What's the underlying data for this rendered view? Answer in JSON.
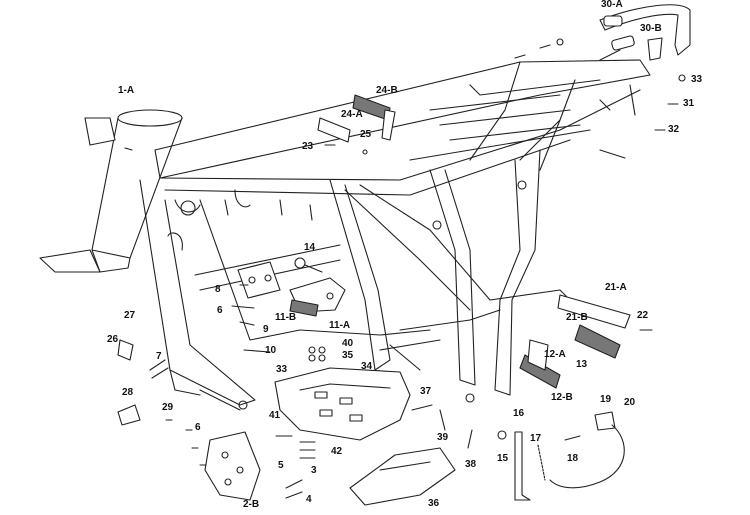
{
  "diagram": {
    "callouts": [
      "1-A",
      "2-B",
      "3",
      "4",
      "5",
      "6",
      "6",
      "7",
      "8",
      "9",
      "10",
      "11-A",
      "11-B",
      "12-A",
      "12-B",
      "13",
      "14",
      "15",
      "16",
      "17",
      "18",
      "19",
      "20",
      "21-A",
      "21-B",
      "22",
      "23",
      "24-A",
      "24-B",
      "25",
      "26",
      "27",
      "28",
      "29",
      "30-A",
      "30-B",
      "31",
      "32",
      "33",
      "33",
      "34",
      "35",
      "36",
      "37",
      "38",
      "39",
      "40",
      "41",
      "42"
    ],
    "colors": {
      "line": "#222222",
      "fill": "#ffffff",
      "shade": "#9a9a9a"
    }
  }
}
